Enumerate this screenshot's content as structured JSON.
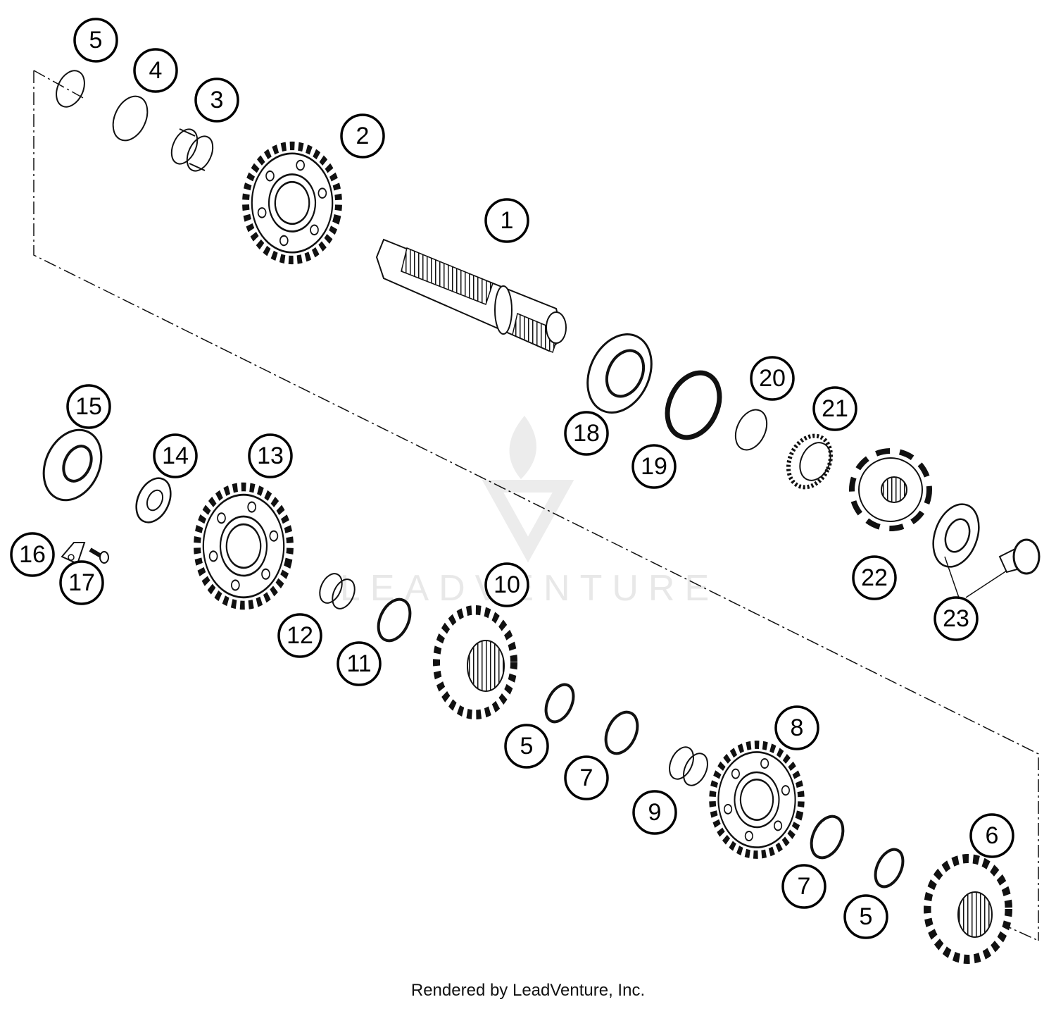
{
  "watermark": {
    "brand": "LEADVENTURE"
  },
  "footer": {
    "credit": "Rendered by LeadVenture, Inc."
  },
  "callouts": [
    "1",
    "2",
    "3",
    "4",
    "5",
    "5",
    "5",
    "6",
    "7",
    "7",
    "8",
    "9",
    "10",
    "11",
    "12",
    "13",
    "14",
    "15",
    "16",
    "17",
    "18",
    "19",
    "20",
    "21",
    "22",
    "23"
  ]
}
